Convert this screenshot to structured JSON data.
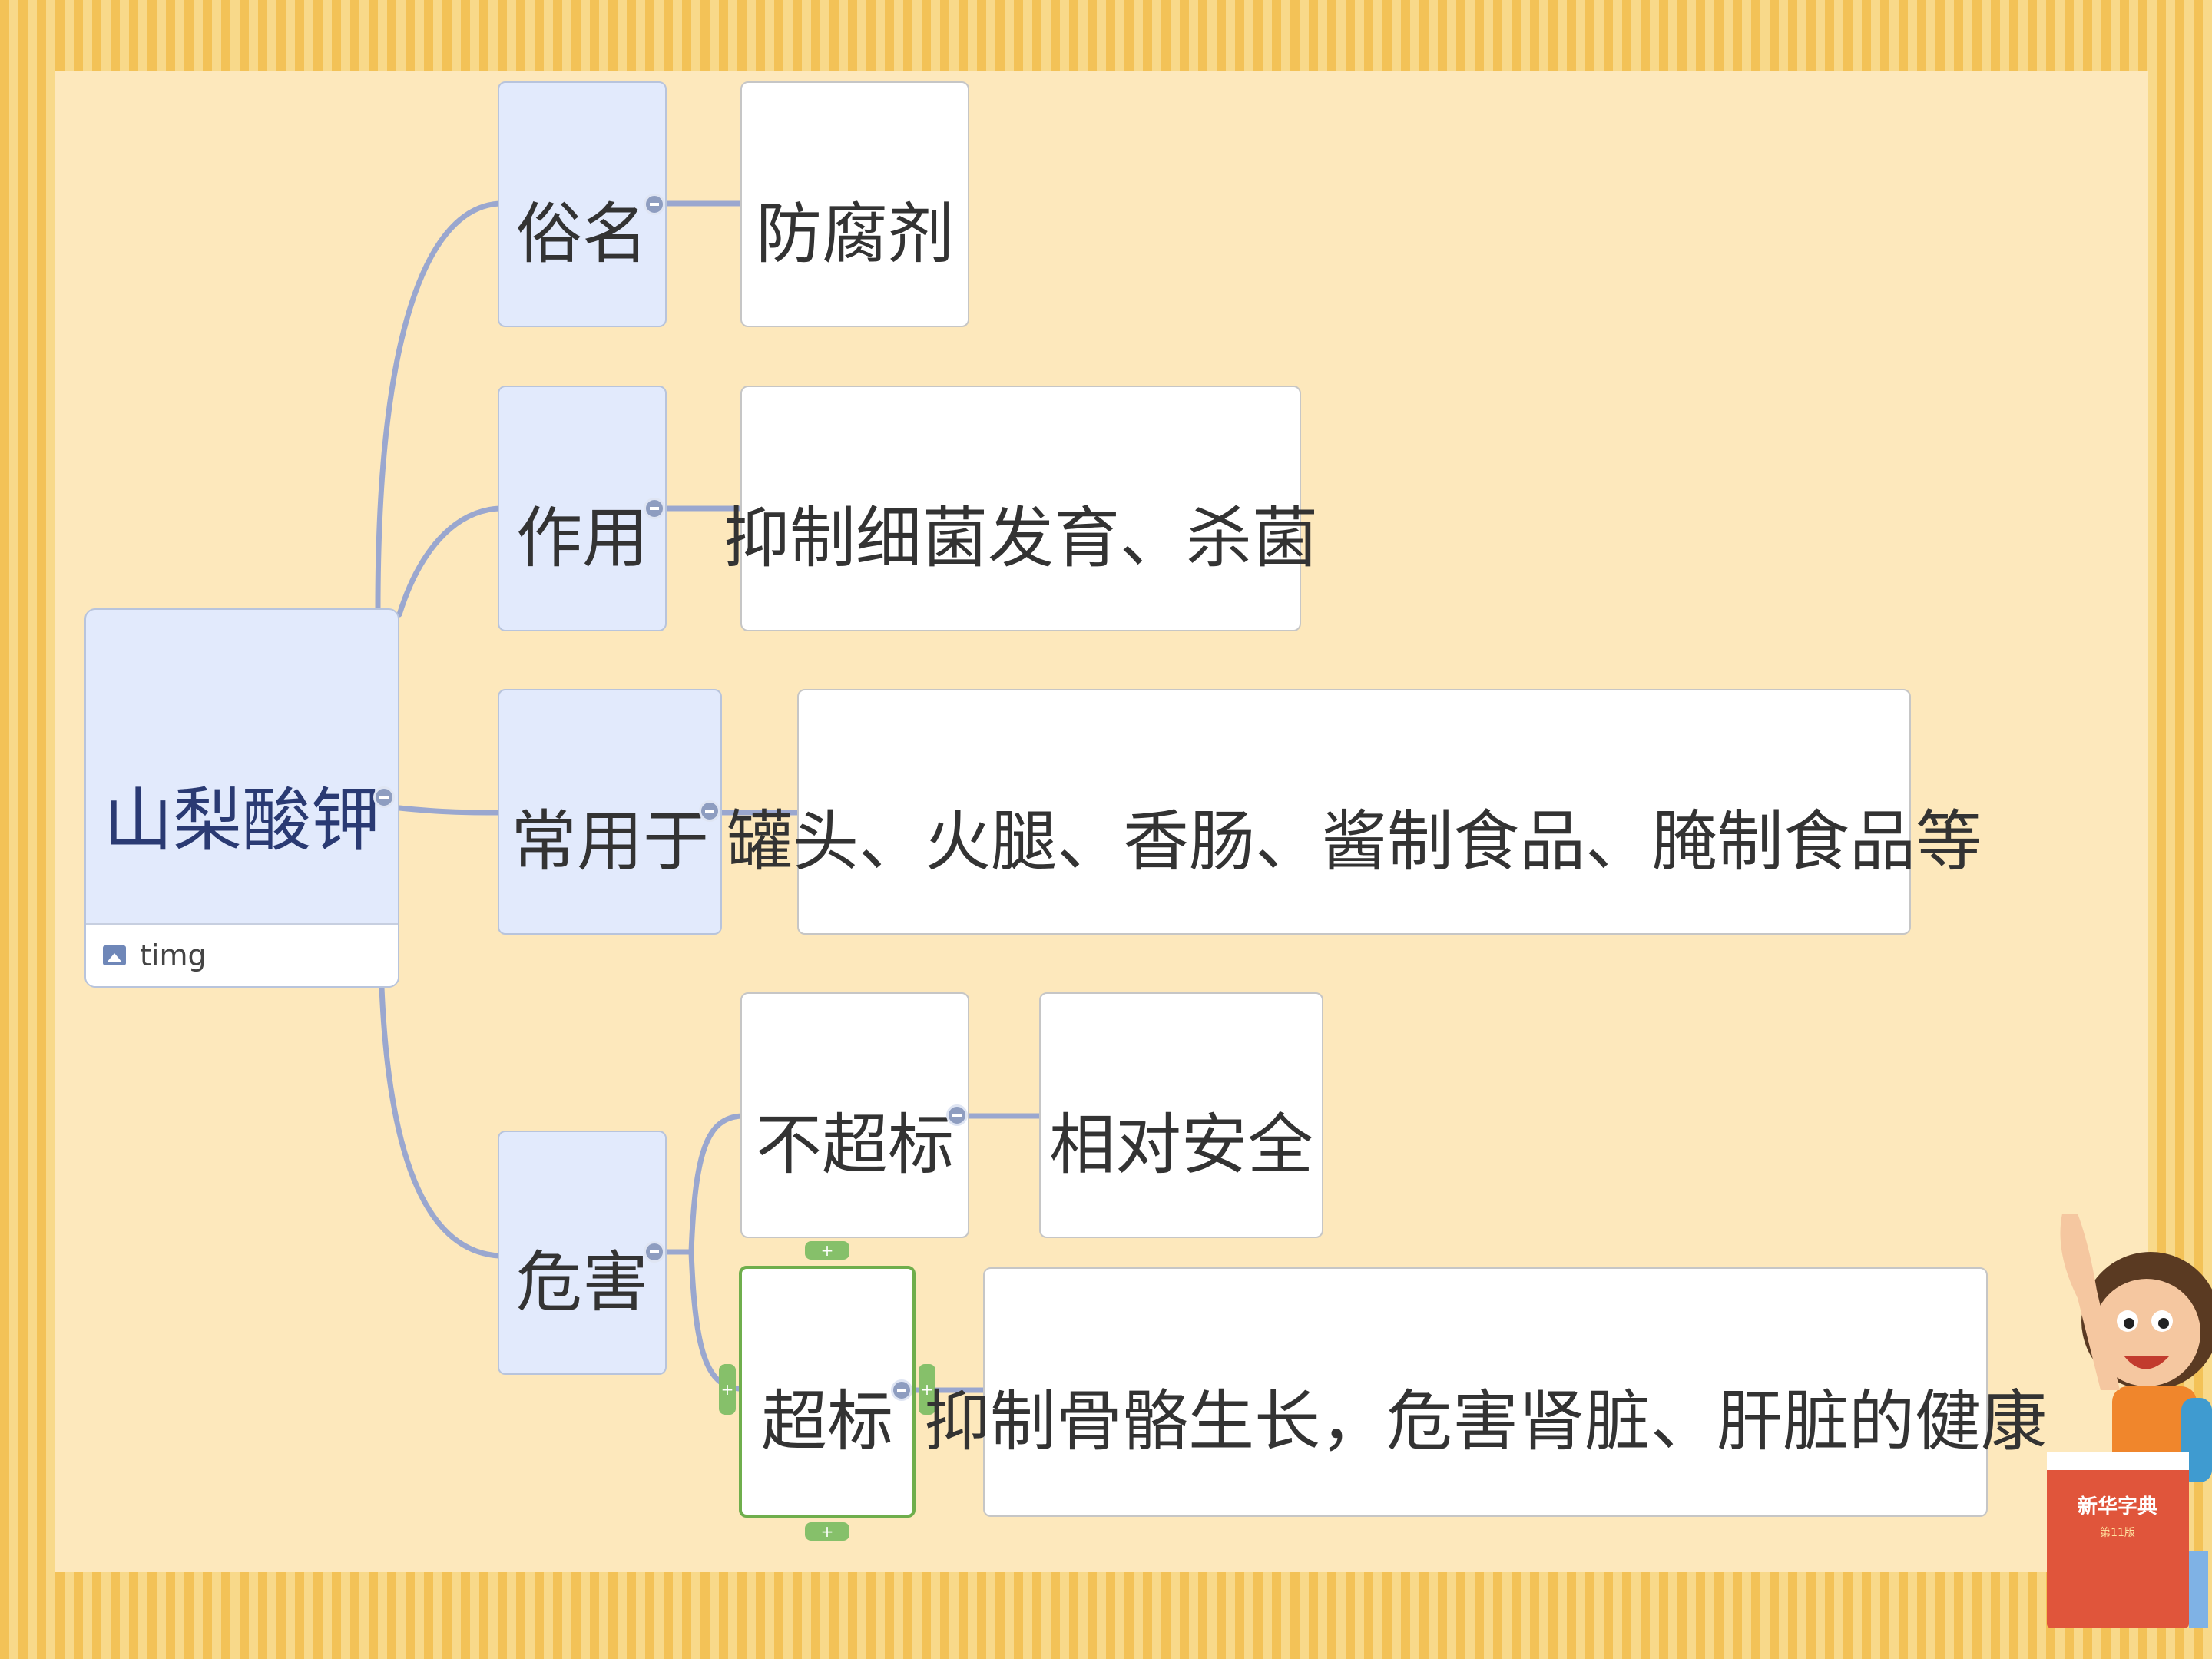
{
  "root": {
    "label": "山梨酸钾",
    "attachment": "timg"
  },
  "branches": [
    {
      "label": "俗名",
      "value": "防腐剂"
    },
    {
      "label": "作用",
      "value": "抑制细菌发育、杀菌"
    },
    {
      "label": "常用于",
      "value": "罐头、火腿、香肠、酱制食品、腌制食品等"
    },
    {
      "label": "危害",
      "children": [
        {
          "label": "不超标",
          "value": "相对安全"
        },
        {
          "label": "超标",
          "value": "抑制骨骼生长，危害肾脏、肝脏的健康"
        }
      ]
    }
  ],
  "decor": {
    "book_title": "新华字典",
    "book_subtitle": "第11版"
  },
  "colors": {
    "frame": "#f3c257",
    "canvas": "#fde8bc",
    "topic_fill": "#e2eafc",
    "connector": "#9aa7cf",
    "selection": "#6fae4c"
  }
}
